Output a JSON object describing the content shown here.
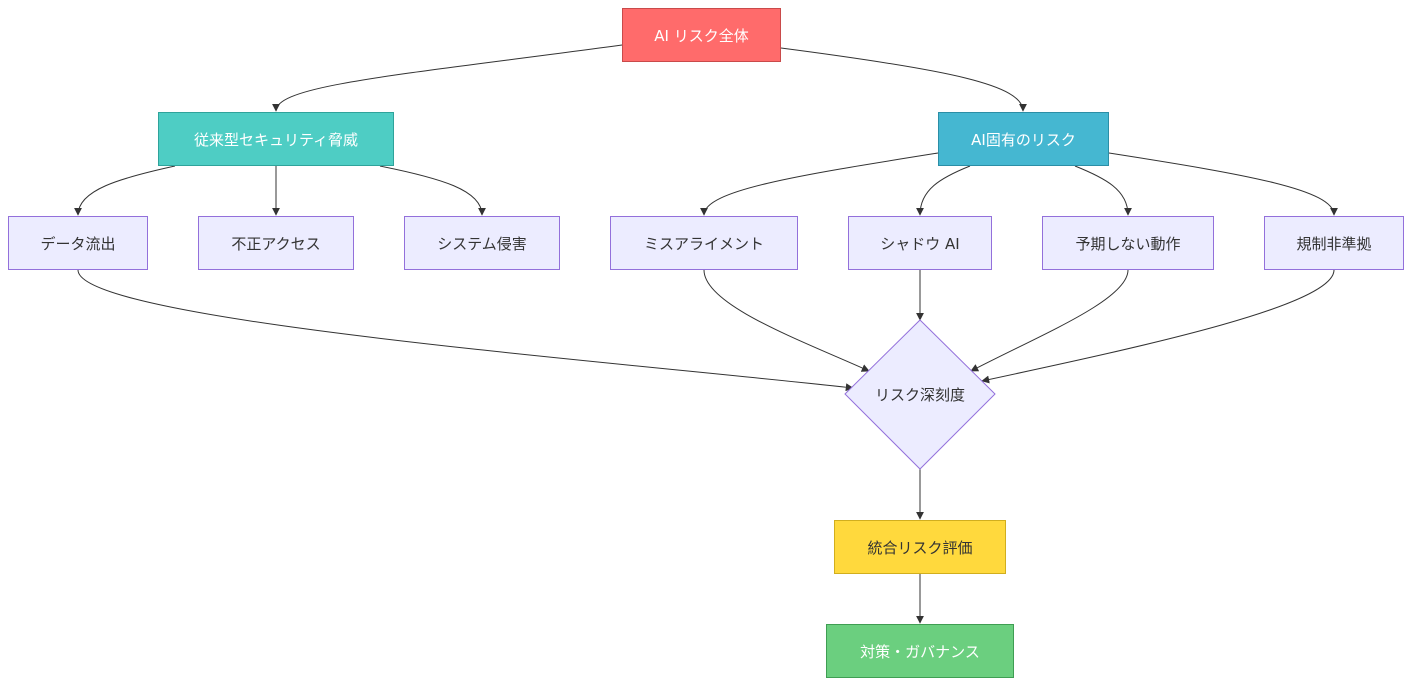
{
  "nodes": {
    "root": "AI リスク全体",
    "traditional": "従来型セキュリティ脅威",
    "ai_specific": "AI固有のリスク",
    "data_leak": "データ流出",
    "unauthorized_access": "不正アクセス",
    "system_intrusion": "システム侵害",
    "misalignment": "ミスアライメント",
    "shadow_ai": "シャドウ AI",
    "unexpected_behavior": "予期しない動作",
    "non_compliance": "規制非準拠",
    "severity": "リスク深刻度",
    "integrated_eval": "統合リスク評価",
    "governance": "対策・ガバナンス"
  },
  "colors": {
    "root": "#FF6B6B",
    "traditional": "#4ECDC4",
    "ai_specific": "#45B7D1",
    "integrated_eval": "#FFD93D",
    "governance": "#6BCF7F",
    "default_node": "#ECECFF",
    "default_border": "#9370DB",
    "edge": "#333333"
  }
}
